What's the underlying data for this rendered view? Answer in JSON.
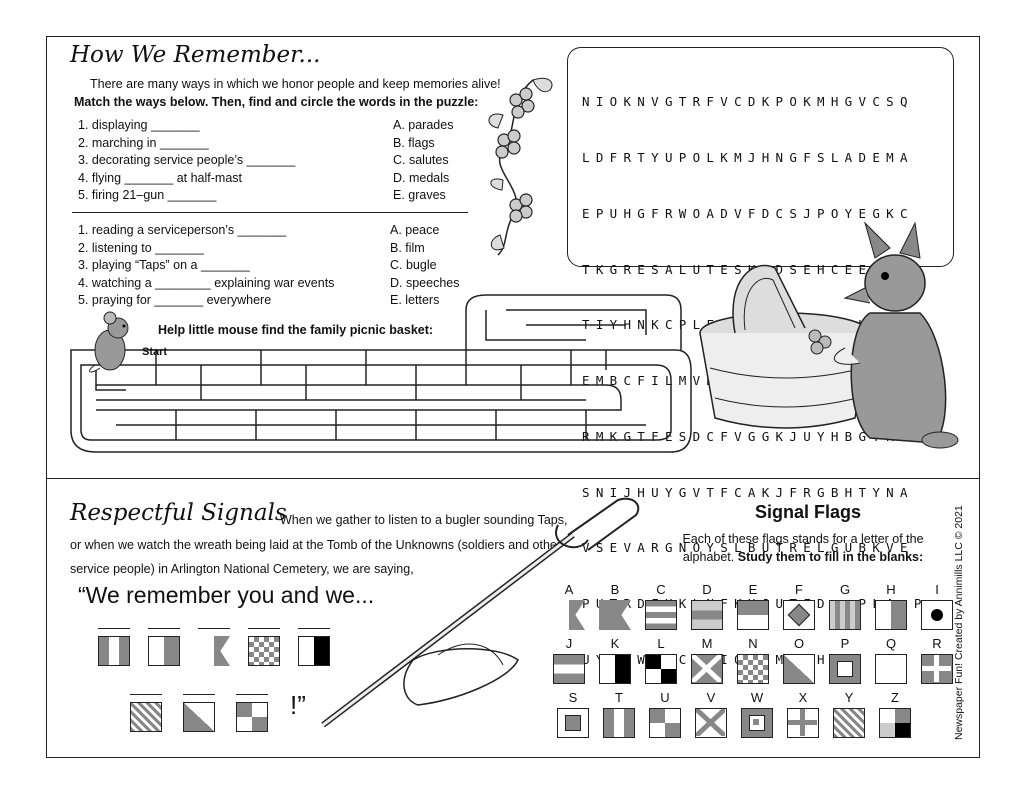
{
  "how_we_remember": {
    "title": "How We Remember...",
    "intro": "There are many ways in which we honor people and keep memories alive!",
    "instructions": "Match the ways below. Then, find and circle the words in the puzzle:",
    "set1_items": [
      "1. displaying _______",
      "2. marching in _______",
      "3. decorating service people’s _______",
      "4. flying _______ at half-mast",
      "5. firing 21–gun _______"
    ],
    "set1_answers": [
      "A. parades",
      "B. flags",
      "C. salutes",
      "D. medals",
      "E. graves"
    ],
    "set2_items": [
      "1. reading a serviceperson’s _______",
      "2. listening to _______",
      "3. playing “Taps” on a _______",
      "4. watching a ________ explaining war events",
      "5. praying for _______ everywhere"
    ],
    "set2_answers": [
      "A. peace",
      "B. film",
      "C. bugle",
      "D. speeches",
      "E. letters"
    ]
  },
  "word_search": {
    "rows": [
      "NIOKNVGTRFVCDKPOKMHGVCSQ",
      "LDFRTYUPOLKMJHNGFSLADEMA",
      "EPUHGFRWOADVFDCSJPOYEGKC",
      "TKGRESALUTESKHDSEHCEEPSD",
      "TIYHNKCPLFRSACVFWBGJHUMA",
      "EMBCFILMVHEGEZSEDARAPNGE",
      "RMKGTFESDCFVGGKJUYHBGTRC",
      "SNIJHUYGVTFCAKJFRGBHTYNA",
      "VSEVARGNOYSLBUTRELGUBKVE",
      "PUTRDFHKLNFKHJUTFD  PLA P",
      "UYTRWQVCHGIOPKMLNH      "
    ]
  },
  "maze": {
    "label": "Help little mouse find the family picnic basket:",
    "start": "Start"
  },
  "respectful_signals": {
    "title": "Respectful Signals",
    "body": "When we gather to listen to a bugler sounding Taps, or when we watch the wreath being laid at the Tomb of the Unknowns (soldiers and other service people) in Arlington National Cemetery, we are saying,",
    "quote": "“We remember you and we...",
    "ending": "!”"
  },
  "signal_flags": {
    "title": "Signal Flags",
    "desc_plain": "Each of these flags stands for a letter of the alphabet.",
    "desc_bold": "Study them to fill in the blanks:",
    "letters": [
      "A",
      "B",
      "C",
      "D",
      "E",
      "F",
      "G",
      "H",
      "I",
      "J",
      "K",
      "L",
      "M",
      "N",
      "O",
      "P",
      "Q",
      "R",
      "S",
      "T",
      "U",
      "V",
      "W",
      "X",
      "Y",
      "Z"
    ]
  },
  "copyright": "Newspaper Fun! Created by Annimills LLC © 2021"
}
